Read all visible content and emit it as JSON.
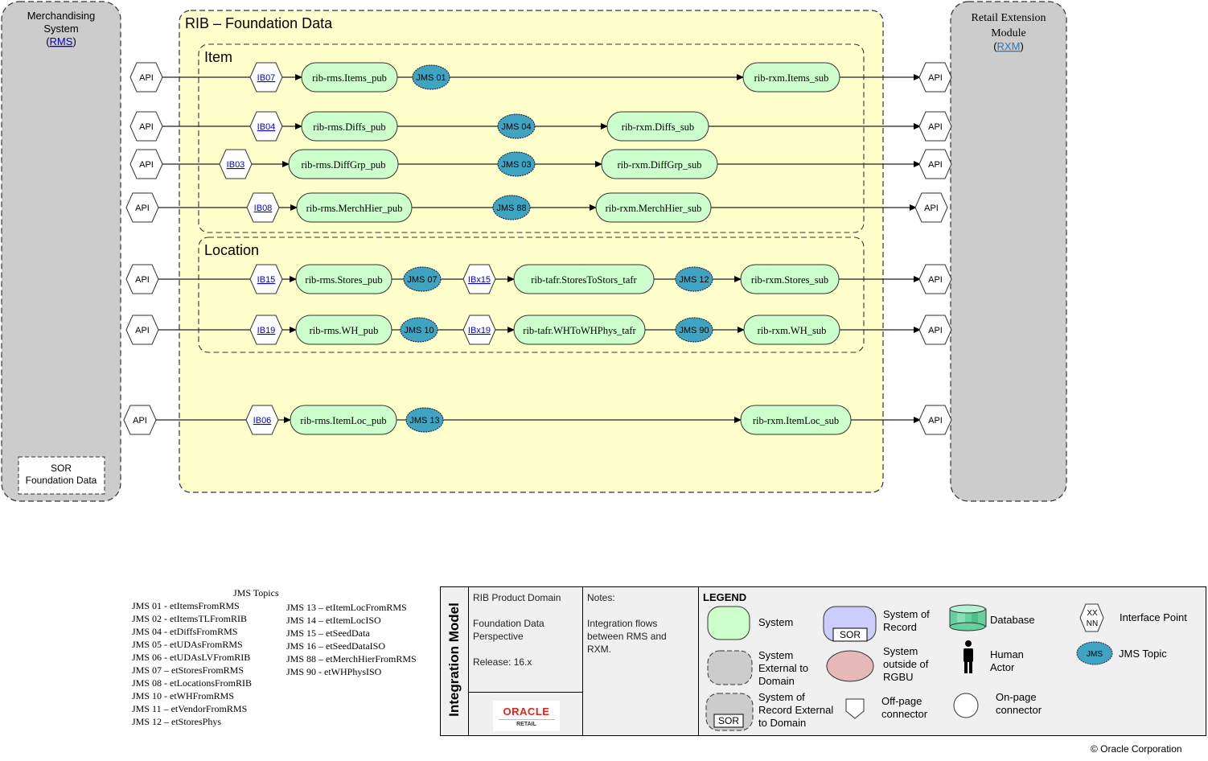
{
  "left_system": {
    "title_line1": "Merchandising",
    "title_line2": "System",
    "link": "RMS",
    "sor_line1": "SOR",
    "sor_line2": "Foundation Data"
  },
  "right_system": {
    "title_line1": "Retail Extension",
    "title_line2": "Module",
    "link": "RXM"
  },
  "domain": {
    "title": "RIB – Foundation Data",
    "groups": [
      {
        "title": "Item"
      },
      {
        "title": "Location"
      }
    ]
  },
  "flows": [
    {
      "api_left": "API",
      "ib": "IB07",
      "pub": "rib-rms.Items_pub",
      "jms": "JMS 01",
      "sub": "rib-rxm.Items_sub",
      "api_right": "API"
    },
    {
      "api_left": "API",
      "ib": "IB04",
      "pub": "rib-rms.Diffs_pub",
      "jms": "JMS 04",
      "sub": "rib-rxm.Diffs_sub",
      "api_right": "API"
    },
    {
      "api_left": "API",
      "ib": "IB03",
      "pub": "rib-rms.DiffGrp_pub",
      "jms": "JMS 03",
      "sub": "rib-rxm.DiffGrp_sub",
      "api_right": "API"
    },
    {
      "api_left": "API",
      "ib": "IB08",
      "pub": "rib-rms.MerchHier_pub",
      "jms": "JMS 88",
      "sub": "rib-rxm.MerchHier_sub",
      "api_right": "API"
    },
    {
      "api_left": "API",
      "ib": "IB15",
      "pub": "rib-rms.Stores_pub",
      "jms": "JMS 07",
      "ibx": "IBx15",
      "tafr": "rib-tafr.StoresToStors_tafr",
      "jms2": "JMS 12",
      "sub": "rib-rxm.Stores_sub",
      "api_right": "API"
    },
    {
      "api_left": "API",
      "ib": "IB19",
      "pub": "rib-rms.WH_pub",
      "jms": "JMS 10",
      "ibx": "IBx19",
      "tafr": "rib-tafr.WHToWHPhys_tafr",
      "jms2": "JMS 90",
      "sub": "rib-rxm.WH_sub",
      "api_right": "API"
    },
    {
      "api_left": "API",
      "ib": "IB06",
      "pub": "rib-rms.ItemLoc_pub",
      "jms": "JMS 13",
      "sub": "rib-rxm.ItemLoc_sub",
      "api_right": "API"
    }
  ],
  "jms_topics": {
    "title": "JMS Topics",
    "col1": [
      "JMS 01 - etItemsFromRMS",
      "JMS 02 - etItemsTLFromRIB",
      "JMS 04 - etDiffsFromRMS",
      "JMS 05 - etUDAsFromRMS",
      "JMS 06 - etUDAsLVFromRIB",
      "JMS 07 – etStoresFromRMS",
      "JMS 08 - etLocationsFromRIB",
      "JMS 10 - etWHFromRMS",
      "JMS 11 – etVendorFromRMS",
      "JMS 12 – etStoresPhys"
    ],
    "col2": [
      "JMS 13 – etItemLocFromRMS",
      "JMS 14 – etItemLocISO",
      "JMS 15 – etSeedData",
      "JMS 16 – etSeedDataISO",
      "JMS 88 – etMerchHierFromRMS",
      "JMS 90 - etWHPhysISO"
    ]
  },
  "info": {
    "vertical_title": "Integration Model",
    "product_domain": "RIB Product Domain",
    "perspective_line1": "Foundation Data",
    "perspective_line2": "Perspective",
    "release": "Release:  16.x",
    "notes_label": "Notes:",
    "notes_line1": "Integration flows",
    "notes_line2": "between RMS and",
    "notes_line3": "RXM.",
    "logo_top": "ORACLE",
    "logo_bottom": "RETAIL"
  },
  "legend": {
    "title": "LEGEND",
    "system": "System",
    "ext_line1": "System",
    "ext_line2": "External to",
    "ext_line3": "Domain",
    "sorext_line1": "System of",
    "sorext_line2": "Record External",
    "sorext_line3": "to Domain",
    "sor_line1": "System of",
    "sor_line2": "Record",
    "outside_line1": "System",
    "outside_line2": "outside of",
    "outside_line3": "RGBU",
    "offpage_line1": "Off-page",
    "offpage_line2": "connector",
    "database": "Database",
    "human_line1": "Human",
    "human_line2": "Actor",
    "onpage_line1": "On-page",
    "onpage_line2": "connector",
    "interface": "Interface Point",
    "interface_glyph1": "XX",
    "interface_glyph2": "NN",
    "jms_topic": "JMS Topic",
    "jms_glyph": "JMS",
    "sor_tag": "SOR"
  },
  "colors": {
    "system": "#ccffcc",
    "jms": "#3fa4c2",
    "domain": "#ffffcc",
    "external": "#cccccc",
    "sor": "#ccccff",
    "outside": "#e6b8b7"
  },
  "copyright": "© Oracle Corporation"
}
